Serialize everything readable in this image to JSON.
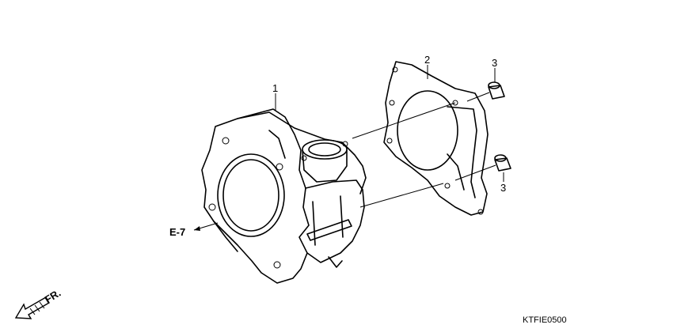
{
  "callouts": {
    "cylinder": "1",
    "gasket": "2",
    "dowel_top": "3",
    "dowel_bottom": "3"
  },
  "reference": "E-7",
  "front_marker": "FR.",
  "diagram_code": "KTFIE0500"
}
